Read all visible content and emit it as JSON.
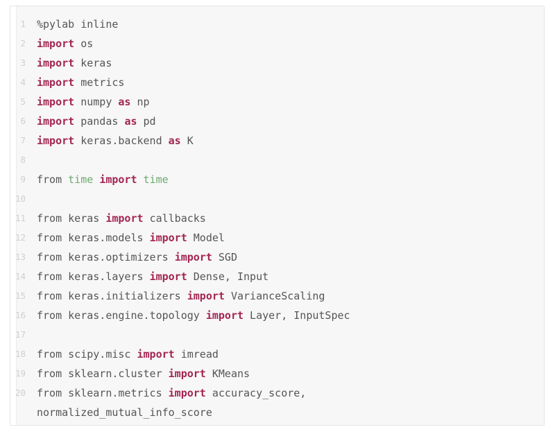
{
  "cell": {
    "type": "code-cell",
    "language": "python",
    "colors": {
      "background": "#f7f7f7",
      "border": "#e4e4e4",
      "gutter_background": "#ffffff",
      "line_number": "#cfcfcf",
      "text": "#555555",
      "keyword": "#a32552",
      "module": "#6fa96f"
    },
    "lines": [
      {
        "number": "1",
        "tokens": [
          {
            "t": "%pylab inline",
            "c": "plain"
          }
        ]
      },
      {
        "number": "2",
        "tokens": [
          {
            "t": "import",
            "c": "kw"
          },
          {
            "t": " os",
            "c": "plain"
          }
        ]
      },
      {
        "number": "3",
        "tokens": [
          {
            "t": "import",
            "c": "kw"
          },
          {
            "t": " keras",
            "c": "plain"
          }
        ]
      },
      {
        "number": "4",
        "tokens": [
          {
            "t": "import",
            "c": "kw"
          },
          {
            "t": " metrics",
            "c": "plain"
          }
        ]
      },
      {
        "number": "5",
        "tokens": [
          {
            "t": "import",
            "c": "kw"
          },
          {
            "t": " numpy ",
            "c": "plain"
          },
          {
            "t": "as",
            "c": "kw"
          },
          {
            "t": " np",
            "c": "plain"
          }
        ]
      },
      {
        "number": "6",
        "tokens": [
          {
            "t": "import",
            "c": "kw"
          },
          {
            "t": " pandas ",
            "c": "plain"
          },
          {
            "t": "as",
            "c": "kw"
          },
          {
            "t": " pd",
            "c": "plain"
          }
        ]
      },
      {
        "number": "7",
        "tokens": [
          {
            "t": "import",
            "c": "kw"
          },
          {
            "t": " keras.backend ",
            "c": "plain"
          },
          {
            "t": "as",
            "c": "kw"
          },
          {
            "t": " K",
            "c": "plain"
          }
        ]
      },
      {
        "number": "8",
        "tokens": []
      },
      {
        "number": "9",
        "tokens": [
          {
            "t": "from ",
            "c": "plain"
          },
          {
            "t": "time",
            "c": "mod"
          },
          {
            "t": " ",
            "c": "plain"
          },
          {
            "t": "import",
            "c": "kw"
          },
          {
            "t": " ",
            "c": "plain"
          },
          {
            "t": "time",
            "c": "mod"
          }
        ]
      },
      {
        "number": "10",
        "tokens": []
      },
      {
        "number": "11",
        "tokens": [
          {
            "t": "from keras ",
            "c": "plain"
          },
          {
            "t": "import",
            "c": "kw"
          },
          {
            "t": " callbacks",
            "c": "plain"
          }
        ]
      },
      {
        "number": "12",
        "tokens": [
          {
            "t": "from keras.models ",
            "c": "plain"
          },
          {
            "t": "import",
            "c": "kw"
          },
          {
            "t": " Model",
            "c": "plain"
          }
        ]
      },
      {
        "number": "13",
        "tokens": [
          {
            "t": "from keras.optimizers ",
            "c": "plain"
          },
          {
            "t": "import",
            "c": "kw"
          },
          {
            "t": " SGD",
            "c": "plain"
          }
        ]
      },
      {
        "number": "14",
        "tokens": [
          {
            "t": "from keras.layers ",
            "c": "plain"
          },
          {
            "t": "import",
            "c": "kw"
          },
          {
            "t": " Dense, Input",
            "c": "plain"
          }
        ]
      },
      {
        "number": "15",
        "tokens": [
          {
            "t": "from keras.initializers ",
            "c": "plain"
          },
          {
            "t": "import",
            "c": "kw"
          },
          {
            "t": " VarianceScaling",
            "c": "plain"
          }
        ]
      },
      {
        "number": "16",
        "tokens": [
          {
            "t": "from keras.engine.topology ",
            "c": "plain"
          },
          {
            "t": "import",
            "c": "kw"
          },
          {
            "t": " Layer, InputSpec",
            "c": "plain"
          }
        ]
      },
      {
        "number": "17",
        "tokens": []
      },
      {
        "number": "18",
        "tokens": [
          {
            "t": "from scipy.misc ",
            "c": "plain"
          },
          {
            "t": "import",
            "c": "kw"
          },
          {
            "t": " imread",
            "c": "plain"
          }
        ]
      },
      {
        "number": "19",
        "tokens": [
          {
            "t": "from sklearn.cluster ",
            "c": "plain"
          },
          {
            "t": "import",
            "c": "kw"
          },
          {
            "t": " KMeans",
            "c": "plain"
          }
        ]
      },
      {
        "number": "20",
        "tokens": [
          {
            "t": "from sklearn.metrics ",
            "c": "plain"
          },
          {
            "t": "import",
            "c": "kw"
          },
          {
            "t": " accuracy_score,",
            "c": "plain"
          }
        ]
      },
      {
        "number": "",
        "wrapped": true,
        "tokens": [
          {
            "t": "normalized_mutual_info_score",
            "c": "plain"
          }
        ]
      }
    ]
  }
}
